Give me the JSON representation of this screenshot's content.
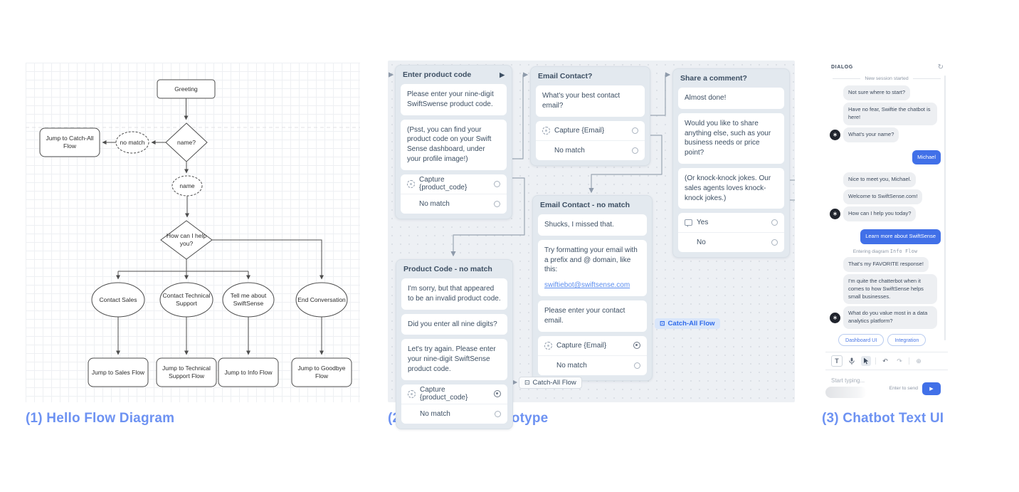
{
  "captions": {
    "panel1": "(1) Hello Flow Diagram",
    "panel2": "(2) Sales Flow Prototype",
    "panel3": "(3) Chatbot Text UI"
  },
  "colors": {
    "caption_blue": "#6d92f2",
    "user_bubble_blue": "#4170e8",
    "link_blue": "#5b8def",
    "badge_blue_text": "#2f6bea",
    "canvas_bg": "#edf0f4"
  },
  "flow_diagram": {
    "greeting": "Greeting",
    "name_q": "name?",
    "no_match": "no match",
    "jump_catch_all": "Jump to Catch-All Flow",
    "name_var": "name",
    "how_help": "How can I help you?",
    "opt_sales": "Contact Sales",
    "opt_tech": "Contact Technical Support",
    "opt_info": "Tell me about SwiftSense",
    "opt_end": "End Conversation",
    "jump_sales": "Jump to Sales Flow",
    "jump_tech": "Jump to Technical Support Flow",
    "jump_info": "Jump to Info Flow",
    "jump_goodbye": "Jump to Goodbye Flow"
  },
  "prototype": {
    "cards": [
      {
        "title": "Enter product code",
        "header_icon": "play-icon",
        "play_glyph": "▶",
        "bubbles": [
          "Please enter your nine-digit SwiftSwense product code.",
          "(Psst, you can find your product code on your Swift Sense dashboard, under your profile image!)"
        ],
        "actions": [
          {
            "icon": "capture-icon",
            "label": "Capture {product_code}",
            "port": "circle"
          },
          {
            "icon": "none",
            "label": "No match",
            "port": "circle"
          }
        ]
      },
      {
        "title": "Email Contact?",
        "bubbles": [
          "What's your best contact email?"
        ],
        "actions": [
          {
            "icon": "capture-icon",
            "label": "Capture {Email}",
            "port": "circle"
          },
          {
            "icon": "none",
            "label": "No match",
            "port": "circle"
          }
        ]
      },
      {
        "title": "Share a comment?",
        "bubbles": [
          "Almost done!",
          "Would you like to share anything else, such as your business needs or price point?",
          "(Or knock-knock jokes. Our sales agents loves knock-knock jokes.)"
        ],
        "actions": [
          {
            "icon": "chat-bubble-icon",
            "label": "Yes",
            "port": "circle"
          },
          {
            "icon": "none",
            "label": "No",
            "port": "circle"
          }
        ]
      },
      {
        "title": "Email Contact - no match",
        "bubbles": [
          "Shucks, I missed that.",
          "Please enter your contact email."
        ],
        "email_hint": "Try formatting your email with a prefix and @ domain, like this:",
        "email_link": "swiftiebot@swiftsense.com",
        "actions": [
          {
            "icon": "capture-icon",
            "label": "Capture {Email}",
            "port": "target"
          },
          {
            "icon": "none",
            "label": "No match",
            "port": "circle"
          }
        ]
      },
      {
        "title": "Product Code - no match",
        "bubbles": [
          "I'm sorry, but that appeared to be an invalid product code.",
          "Did you enter all nine digits?",
          "Let's try again. Please enter your nine-digit SwiftSense product code."
        ],
        "actions": [
          {
            "icon": "capture-icon",
            "label": "Capture {product_code}",
            "port": "target"
          },
          {
            "icon": "none",
            "label": "No match",
            "port": "circle"
          }
        ]
      }
    ],
    "badges": [
      {
        "label": "Catch-All Flow",
        "style": "light",
        "icon": "flow-window-icon",
        "glyph": "⊡"
      },
      {
        "label": "Catch-All Flow",
        "style": "blue",
        "icon": "flow-window-icon",
        "glyph": "⊡"
      }
    ]
  },
  "chat": {
    "title": "DIALOG",
    "refresh_glyph": "↻",
    "divider": "New session started",
    "avatar_glyph": "∗",
    "messages": [
      {
        "type": "bot",
        "text": "Not sure where to start?"
      },
      {
        "type": "bot",
        "text": "Have no fear, Swiftie the chatbot is here!"
      },
      {
        "type": "bot",
        "text": "What's your name?"
      },
      {
        "type": "user",
        "text": "Michael"
      },
      {
        "type": "bot",
        "text": "Nice to meet you, Michael."
      },
      {
        "type": "bot",
        "text": "Welcome to SwiftSense.com!"
      },
      {
        "type": "bot",
        "text": "How can I help you today?"
      },
      {
        "type": "user",
        "text": "Learn more about SwiftSense"
      },
      {
        "type": "system",
        "prefix": "Entering diagram",
        "code": "Info Flow"
      },
      {
        "type": "bot",
        "text": "That's my FAVORITE response!"
      },
      {
        "type": "bot",
        "text": "I'm quite the chatterbot when it comes to how SwiftSense helps small businesses."
      },
      {
        "type": "bot",
        "text": "What do you value most in a data analytics platform?"
      }
    ],
    "quick_replies": [
      "Dashboard UI",
      "Integration"
    ],
    "toolbar": {
      "text_label": "T",
      "undo_glyph": "↶",
      "redo_glyph": "↷",
      "add_glyph": "⊕"
    },
    "input_placeholder": "Start typing...",
    "send_hint": "Enter to send",
    "send_glyph": "▶"
  }
}
